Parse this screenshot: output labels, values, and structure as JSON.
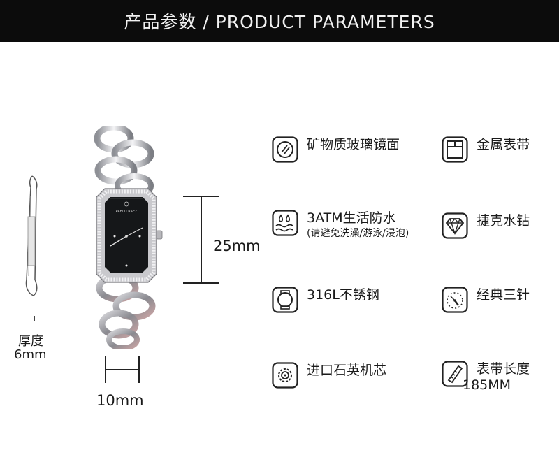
{
  "header": {
    "title": "产品参数 / PRODUCT PARAMETERS"
  },
  "dimensions": {
    "thickness_label": "厚度",
    "thickness_value": "6mm",
    "height_value": "25mm",
    "width_value": "10mm"
  },
  "watch": {
    "brand": "PABLO RAEZ"
  },
  "features": [
    {
      "icon": "mirror-icon",
      "label": "矿物质玻璃镜面"
    },
    {
      "icon": "metal-strap-icon",
      "label": "金属表带"
    },
    {
      "icon": "water-resistant-icon",
      "label": "3ATM生活防水",
      "sublabel": "(请避免洗澡/游泳/浸泡)"
    },
    {
      "icon": "diamond-icon",
      "label": "捷克水钻"
    },
    {
      "icon": "steel-case-icon",
      "label": "316L不锈钢"
    },
    {
      "icon": "three-hands-icon",
      "label": "经典三针"
    },
    {
      "icon": "quartz-movement-icon",
      "label": "进口石英机芯"
    },
    {
      "icon": "strap-length-icon",
      "label": "表带长度",
      "value": "185MM"
    }
  ],
  "colors": {
    "header_bg": "#0c0c0c",
    "header_text": "#f2f2f2",
    "icon_stroke": "#222222"
  }
}
